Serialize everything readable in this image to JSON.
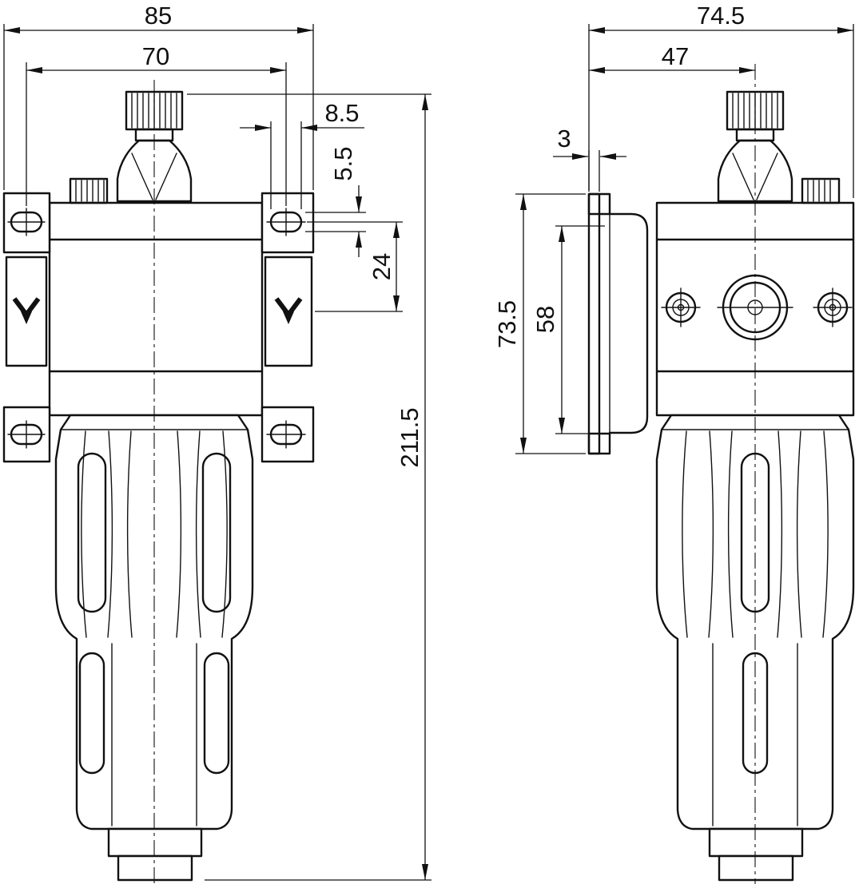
{
  "meta": {
    "background": "#ffffff",
    "line_color": "#111111",
    "drawing_type": "dimensioned technical drawing, pneumatic lubricator unit, two views"
  },
  "front_view": {
    "dims": {
      "overall_width": "85",
      "mount_hole_spacing": "70",
      "slot_width": "8.5",
      "slot_height": "5.5",
      "slot_to_port_axis": "24",
      "overall_height": "211.5"
    }
  },
  "side_view": {
    "dims": {
      "overall_depth": "74.5",
      "mount_face_to_axis": "47",
      "bracket_thickness": "3",
      "bracket_height": "73.5",
      "bracket_slot_spacing": "58"
    }
  }
}
